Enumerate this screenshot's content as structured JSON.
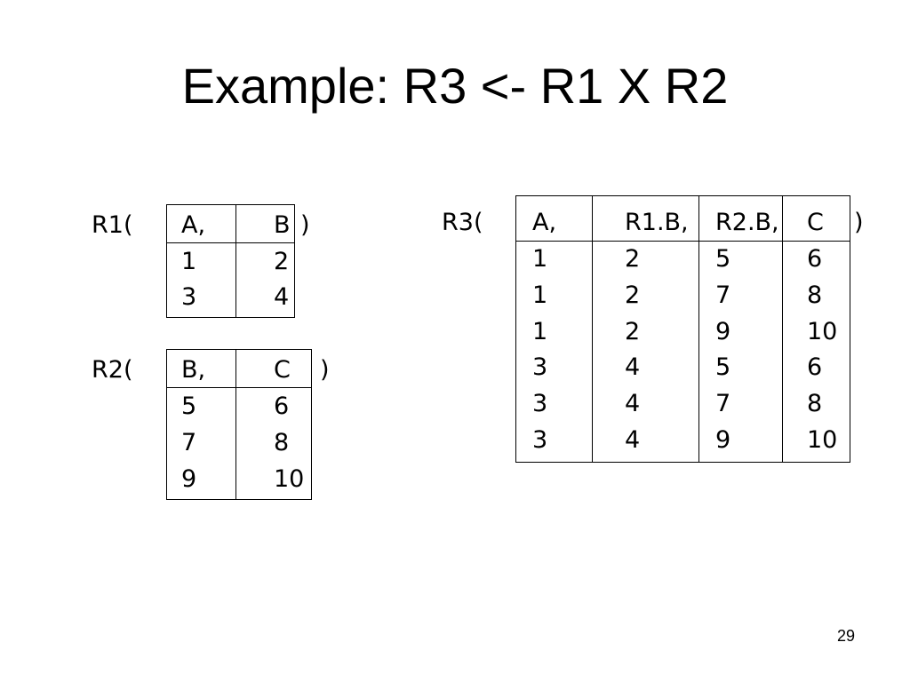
{
  "slide": {
    "title": "Example: R3 <- R1 X R2",
    "page_number": "29"
  },
  "relations": {
    "r1": {
      "label": "R1(",
      "close": ")",
      "headers": [
        "A,",
        "B"
      ],
      "rows": [
        [
          "1",
          "2"
        ],
        [
          "3",
          "4"
        ]
      ]
    },
    "r2": {
      "label": "R2(",
      "close": ")",
      "headers": [
        "B,",
        "C"
      ],
      "rows": [
        [
          "5",
          "6"
        ],
        [
          "7",
          "8"
        ],
        [
          "9",
          "10"
        ]
      ]
    },
    "r3": {
      "label": "R3(",
      "close": ")",
      "headers": [
        "A,",
        "R1.B,",
        "R2.B,",
        "C"
      ],
      "rows": [
        [
          "1",
          "2",
          "5",
          "6"
        ],
        [
          "1",
          "2",
          "7",
          "8"
        ],
        [
          "1",
          "2",
          "9",
          "10"
        ],
        [
          "3",
          "4",
          "5",
          "6"
        ],
        [
          "3",
          "4",
          "7",
          "8"
        ],
        [
          "3",
          "4",
          "9",
          "10"
        ]
      ]
    }
  }
}
